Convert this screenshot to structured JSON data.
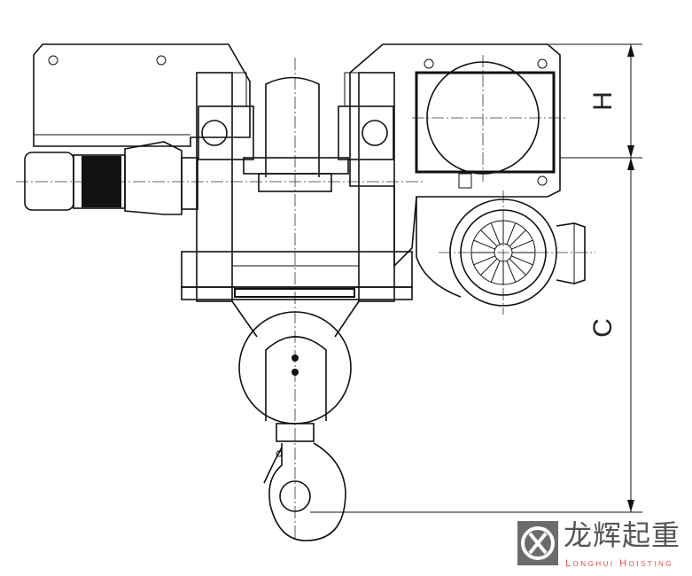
{
  "drawing": {
    "dimension_labels": {
      "height": "H",
      "clearance": "C"
    }
  },
  "logo": {
    "chinese_name": "龙辉起重",
    "english_name": "Longhui Hoisting"
  },
  "colors": {
    "line": "#111111",
    "logo_gray": "#6b6b6b",
    "logo_red": "#e0504a"
  }
}
